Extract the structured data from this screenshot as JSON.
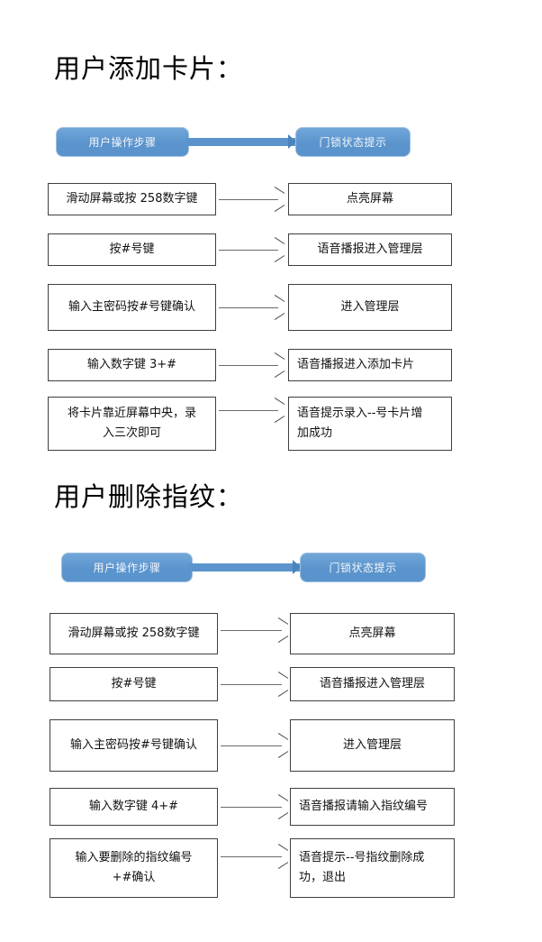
{
  "document": {
    "background_color": "#ffffff",
    "accent_color": "#5b94cd",
    "box_border_color": "#3f3f3f",
    "arrow_color": "#6b6b6b"
  },
  "sections": [
    {
      "title": "用户添加卡片：",
      "legend": {
        "left_label": "用户操作步骤",
        "right_label": "门锁状态提示"
      },
      "rows": [
        {
          "step": "滑动屏幕或按 258数字键",
          "result": "点亮屏幕"
        },
        {
          "step": "按#号键",
          "result": "语音播报进入管理层"
        },
        {
          "step": "输入主密码按#号键确认",
          "result": "进入管理层"
        },
        {
          "step": "输入数字键 3+#",
          "result": "语音播报进入添加卡片"
        },
        {
          "step": "将卡片靠近屏幕中央，录\n入三次即可",
          "result": "语音提示录入--号卡片增\n加成功"
        }
      ]
    },
    {
      "title": "用户删除指纹：",
      "legend": {
        "left_label": "用户操作步骤",
        "right_label": "门锁状态提示"
      },
      "rows": [
        {
          "step": "滑动屏幕或按 258数字键",
          "result": "点亮屏幕"
        },
        {
          "step": "按#号键",
          "result": "语音播报进入管理层"
        },
        {
          "step": "输入主密码按#号键确认",
          "result": "进入管理层"
        },
        {
          "step": "输入数字键 4+#",
          "result": "语音播报请输入指纹编号"
        },
        {
          "step": "输入要删除的指纹编号\n+#确认",
          "result": "语音提示--号指纹删除成\n功，退出"
        }
      ]
    }
  ]
}
